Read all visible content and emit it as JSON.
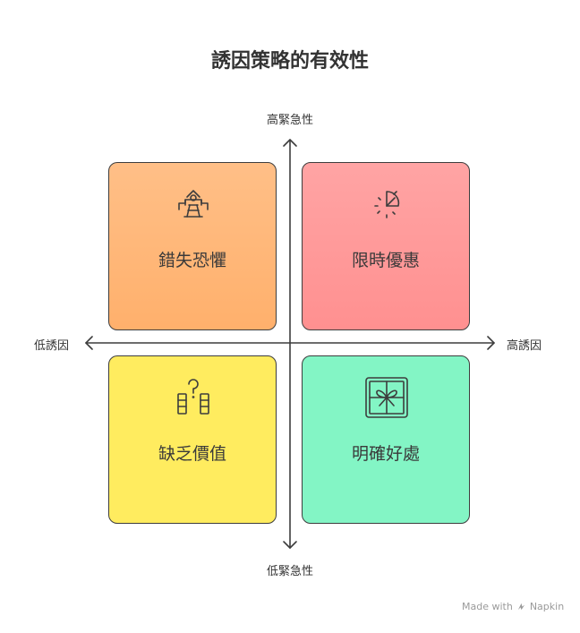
{
  "title": "誘因策略的有效性",
  "axes": {
    "y_top": "高緊急性",
    "y_bottom": "低緊急性",
    "x_left": "低誘因",
    "x_right": "高誘因"
  },
  "quadrants": {
    "top_left": {
      "label": "錯失恐懼",
      "icon": "building-icon",
      "color": "#ffb77a"
    },
    "top_right": {
      "label": "限時優惠",
      "icon": "stopwatch-icon",
      "color": "#ff9b9b"
    },
    "bottom_left": {
      "label": "缺乏價值",
      "icon": "question-bars-icon",
      "color": "#ffec5f"
    },
    "bottom_right": {
      "label": "明確好處",
      "icon": "gift-icon",
      "color": "#83f5c5"
    }
  },
  "watermark": {
    "made_with": "Made with",
    "brand": "Napkin"
  }
}
